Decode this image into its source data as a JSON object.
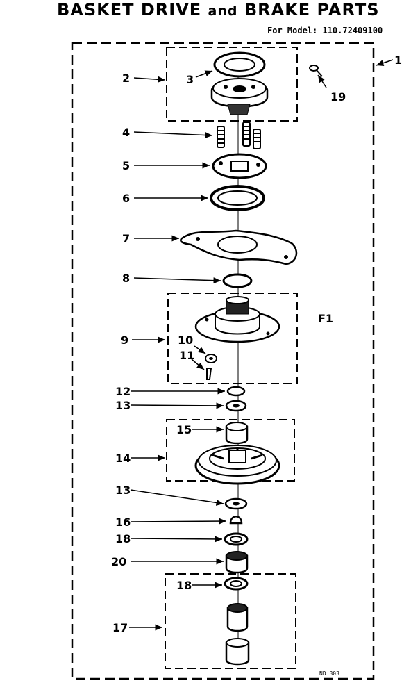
{
  "header": {
    "title_main": "BASKET DRIVE",
    "title_and": "and",
    "title_end": "BRAKE PARTS",
    "model_line": "For Model: 110.72409100"
  },
  "callouts": {
    "c1": "1",
    "c2": "2",
    "c3": "3",
    "c4": "4",
    "c5": "5",
    "c6": "6",
    "c7": "7",
    "c8": "8",
    "c9": "9",
    "c10": "10",
    "c11": "11",
    "c12": "12",
    "c13a": "13",
    "c13b": "13",
    "c14": "14",
    "c15": "15",
    "c16": "16",
    "c17": "17",
    "c18a": "18",
    "c18b": "18",
    "c19": "19",
    "c20": "20",
    "f1": "F1"
  },
  "footer": {
    "code": "ND 303"
  }
}
